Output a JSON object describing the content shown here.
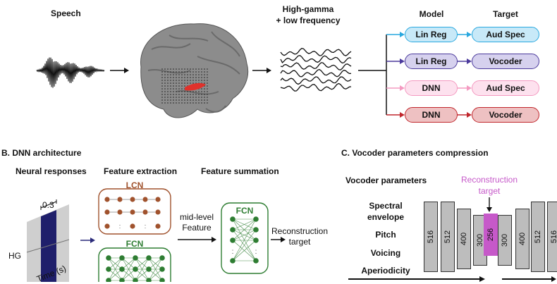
{
  "panel_a": {
    "speech_label": "Speech",
    "signal_label_line1": "High-gamma",
    "signal_label_line2": "+ low frequency",
    "model_header": "Model",
    "target_header": "Target",
    "rows": [
      {
        "model": "Lin Reg",
        "target": "Aud Spec",
        "color": "#29a8df",
        "fill": "#c8e9f8"
      },
      {
        "model": "Lin Reg",
        "target": "Vocoder",
        "color": "#4b3a9c",
        "fill": "#d6d1ee"
      },
      {
        "model": "DNN",
        "target": "Aud Spec",
        "color": "#f49ac1",
        "fill": "#fde1ee"
      },
      {
        "model": "DNN",
        "target": "Vocoder",
        "color": "#c1272d",
        "fill": "#eec1c2"
      }
    ]
  },
  "panel_b": {
    "title": "B. DNN architecture",
    "neural_responses": "Neural responses",
    "feature_extraction": "Feature extraction",
    "feature_summation": "Feature summation",
    "window_value": "0.3",
    "hg_label": "HG",
    "time_label": "Time (s)",
    "lcn_label": "LCN",
    "fcn_label": "FCN",
    "fcn2_label": "FCN",
    "midlevel_line1": "mid-level",
    "midlevel_line2": "Feature",
    "recon_line1": "Reconstruction",
    "recon_line2": "target",
    "colors": {
      "lcn": "#a0522d",
      "fcn": "#2e7d32",
      "window": "#1f1f6b"
    }
  },
  "panel_c": {
    "title": "C. Vocoder parameters compression",
    "vocoder_parameters": "Vocoder parameters",
    "recon_line1": "Reconstruction",
    "recon_line2": "target",
    "params": [
      "Spectral",
      "envelope",
      "Pitch",
      "Voicing",
      "Aperiodicity"
    ],
    "bars": [
      {
        "label": "516",
        "highlight": false
      },
      {
        "label": "512",
        "highlight": false
      },
      {
        "label": "400",
        "highlight": false
      },
      {
        "label": "300",
        "highlight": false
      },
      {
        "label": "256",
        "highlight": true
      },
      {
        "label": "300",
        "highlight": false
      },
      {
        "label": "400",
        "highlight": false
      },
      {
        "label": "512",
        "highlight": false
      },
      {
        "label": "516",
        "highlight": false
      }
    ],
    "colors": {
      "highlight": "#c659c9",
      "bar": "#bdbdbd"
    }
  }
}
